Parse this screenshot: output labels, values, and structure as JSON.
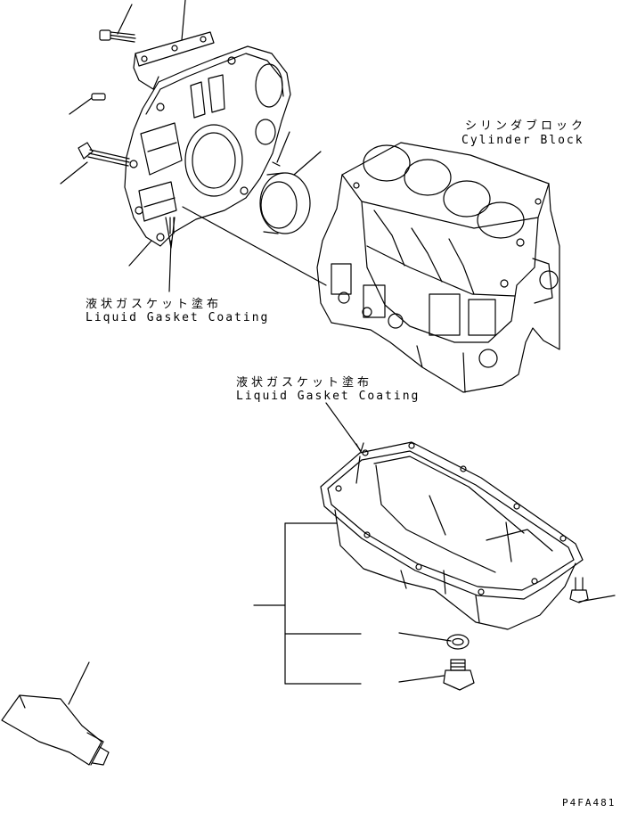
{
  "labels": {
    "cylinder_block_jp": "シリンダブロック",
    "cylinder_block_en": "Cylinder Block",
    "gasket_upper_jp": "液状ガスケット塗布",
    "gasket_upper_en": "Liquid Gasket Coating",
    "gasket_lower_jp": "液状ガスケット塗布",
    "gasket_lower_en": "Liquid Gasket Coating",
    "drawing_code": "P4FA481"
  },
  "colors": {
    "line": "#000000",
    "background": "#ffffff"
  }
}
